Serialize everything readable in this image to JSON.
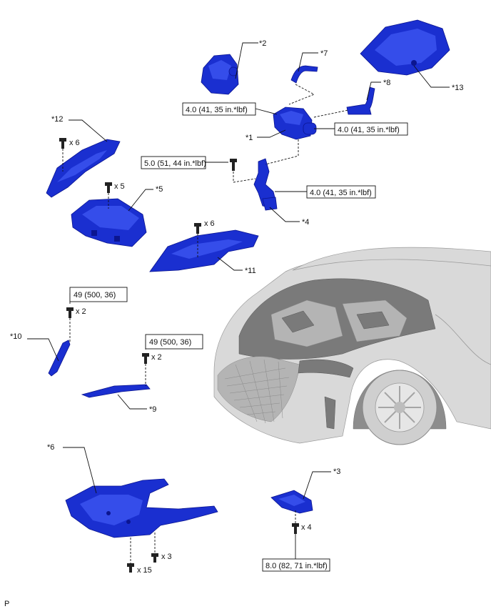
{
  "callouts": {
    "c1": "*1",
    "c2": "*2",
    "c3": "*3",
    "c4": "*4",
    "c5": "*5",
    "c6": "*6",
    "c7": "*7",
    "c8": "*8",
    "c9": "*9",
    "c10": "*10",
    "c11": "*11",
    "c12": "*12",
    "c13": "*13"
  },
  "torques": {
    "t_air_left": "4.0 (41, 35 in.*lbf)",
    "t_air_right": "4.0 (41, 35 in.*lbf)",
    "t_bolt_51": "5.0 (51, 44 in.*lbf)",
    "t_pipe": "4.0 (41, 35 in.*lbf)",
    "t_49_a": "49 (500, 36)",
    "t_49_b": "49 (500, 36)",
    "t_82": "8.0 (82, 71 in.*lbf)"
  },
  "quantities": {
    "q12": "x 6",
    "q5": "x 5",
    "q11": "x 6",
    "q10": "x 2",
    "q9": "x 2",
    "q6a": "x 3",
    "q6b": "x 15",
    "q3": "x 4"
  },
  "corner_mark": "P"
}
